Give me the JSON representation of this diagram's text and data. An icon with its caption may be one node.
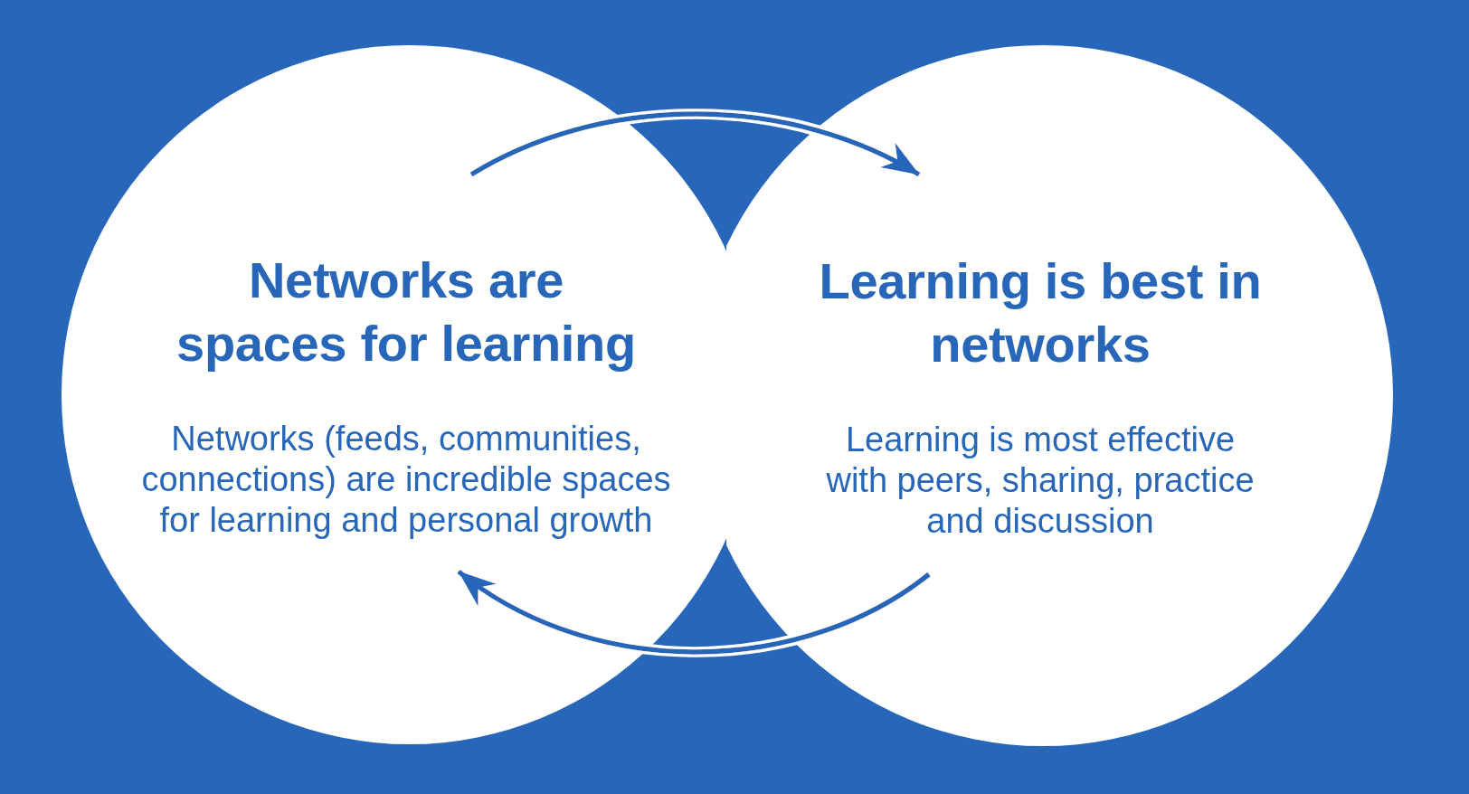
{
  "diagram": {
    "nodes": [
      {
        "text": [
          "Networks are spaces for learning",
          "Networks (feeds, communities, connections) are incredible spaces for learning and personal growth"
        ]
      },
      {
        "text": [
          "Learning is best in networks",
          "Learning is most effective with peers, sharing, practice and discussion"
        ]
      }
    ],
    "edges": [
      {
        "from": 0,
        "to": 1,
        "arrow": "to"
      },
      {
        "from": 1,
        "to": 0,
        "arrow": "to"
      }
    ]
  }
}
